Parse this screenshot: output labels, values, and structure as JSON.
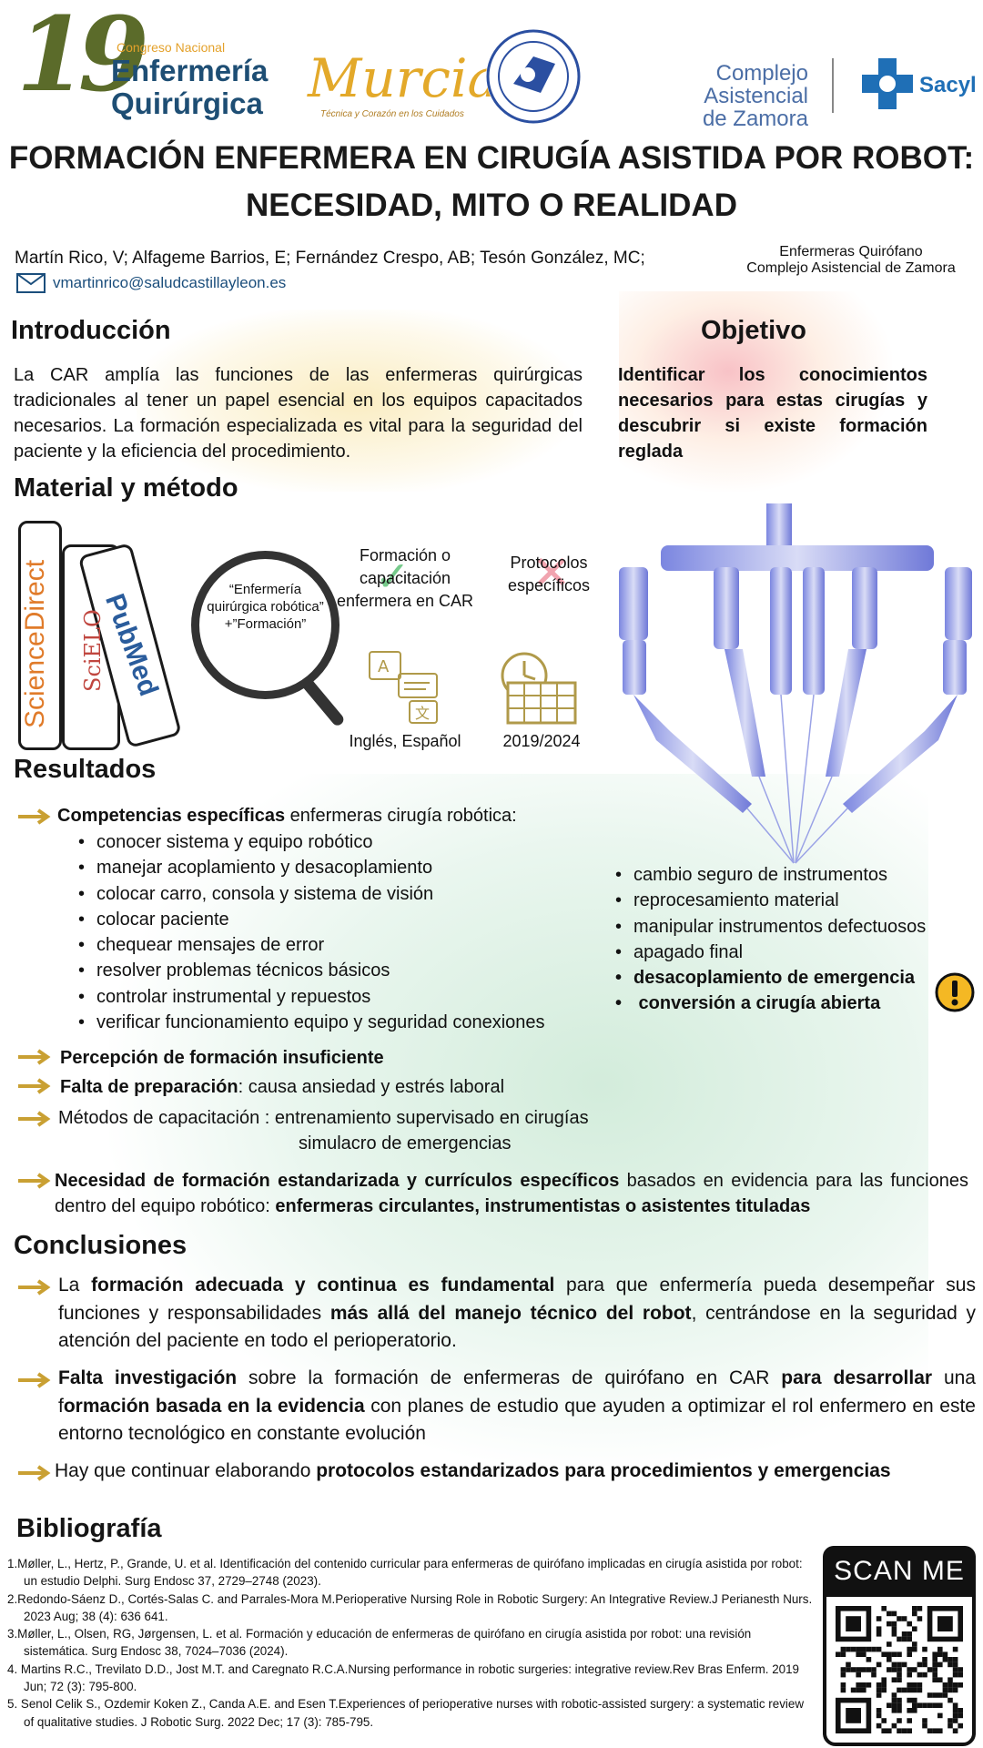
{
  "header": {
    "logo_number": "19",
    "congress_small": "Congreso Nacional",
    "congress_line1": "Enfermería",
    "congress_line2": "Quirúrgica",
    "murcia": "Murcia",
    "murcia_tagline": "Técnica y Corazón en los Cuidados",
    "complejo_line1": "Complejo Asistencial",
    "complejo_line2": "de Zamora",
    "sacyl": "Sacyl"
  },
  "title_line1": "FORMACIÓN ENFERMERA EN CIRUGÍA ASISTIDA POR ROBOT:",
  "title_line2": "NECESIDAD, MITO O REALIDAD",
  "authors": "Martín Rico, V; Alfageme Barrios, E; Fernández Crespo, AB; Tesón González, MC;",
  "email": "vmartinrico@saludcastillayleon.es",
  "affiliation_line1": "Enfermeras Quirófano",
  "affiliation_line2": "Complejo Asistencial de Zamora",
  "intro": {
    "heading": "Introducción",
    "text": "La CAR amplía las funciones de las enfermeras quirúrgicas tradicionales al tener un papel esencial en los equipos capacitados necesarios. La formación especializada es vital para la seguridad del paciente y la eficiencia del procedimiento."
  },
  "objective": {
    "heading": "Objetivo",
    "text": "Identificar los conocimientos necesarios para estas cirugías y descubrir si existe formación reglada"
  },
  "method": {
    "heading": "Material y método",
    "db1": "ScienceDirect",
    "db2": "SciELO",
    "db3": "PubMed",
    "search_terms": "“Enfermería quirúrgica robótica” +”Formación”",
    "criteria_included": "Formación o capacitación enfermera en CAR",
    "criteria_excluded": "Protocolos específicos",
    "languages": "Inglés, Español",
    "years": "2019/2024"
  },
  "results": {
    "heading": "Resultados",
    "competencies_bold": "Competencias específicas",
    "competencies_rest": " enfermeras cirugía robótica:",
    "left_items": [
      "conocer  sistema y equipo robótico",
      "manejar acoplamiento y desacoplamiento",
      "colocar carro, consola y sistema de visión",
      "colocar paciente",
      "chequear mensajes de error",
      "resolver problemas técnicos básicos",
      "controlar instrumental y repuestos",
      "verificar funcionamiento equipo  y seguridad conexiones"
    ],
    "right_items": [
      "cambio seguro de instrumentos",
      "reprocesamiento material",
      "manipular instrumentos defectuosos",
      "apagado final"
    ],
    "right_bold_items": [
      "desacoplamiento de emergencia",
      " conversión a cirugía abierta"
    ],
    "perception": "Percepción de formación insuficiente",
    "lack_bold": "Falta de preparación",
    "lack_rest": ": causa ansiedad y estrés laboral",
    "methods_line1": "Métodos de capacitación : entrenamiento supervisado en cirugías",
    "methods_line2": "simulacro de emergencias",
    "need_bold1": "Necesidad de formación estandarizada y currículos específicos",
    "need_rest1": " basados en evidencia para las funciones dentro del equipo robótico: ",
    "need_bold2": "enfermeras circulantes, instrumentistas o asistentes tituladas"
  },
  "conclusions": {
    "heading": "Conclusiones",
    "p1_a": "La ",
    "p1_b": "formación adecuada y continua es fundamental",
    "p1_c": " para que enfermería pueda desempeñar sus funciones y responsabilidades ",
    "p1_d": "más allá del manejo técnico del robot",
    "p1_e": ", centrándose en la seguridad y atención del paciente en todo el perioperatorio.",
    "p2_a": "Falta investigación",
    "p2_b": " sobre la formación de enfermeras de quirófano en CAR ",
    "p2_c": "para desarrollar",
    "p2_d": " una f",
    "p2_e": "ormación basada en la evidencia",
    "p2_f": " con planes de estudio que ayuden a optimizar el rol enfermero en este entorno tecnológico  en constante evolución",
    "p3_a": "Hay que continuar elaborando ",
    "p3_b": "protocolos estandarizados para procedimientos y emergencias"
  },
  "bibliography": {
    "heading": "Bibliografía",
    "items": [
      "1.Møller, L., Hertz, P., Grande, U. et al. Identificación del contenido curricular para enfermeras de quirófano implicadas en cirugía asistida por robot: un estudio Delphi. Surg Endosc 37, 2729–2748 (2023).",
      "2.Redondo-Sáenz D., Cortés-Salas C. and Parrales-Mora M.Perioperative Nursing Role in Robotic Surgery: An Integrative Review.J Perianesth Nurs. 2023 Aug; 38 (4): 636 641.",
      "3.Møller, L., Olsen, RG, Jørgensen, L. et al. Formación y educación de enfermeras de quirófano en cirugía asistida por robot: una revisión sistemática. Surg Endosc 38, 7024–7036 (2024).",
      "4. Martins R.C., Trevilato D.D., Jost M.T. and Caregnato R.C.A.Nursing performance in robotic surgeries: integrative review.Rev Bras Enferm. 2019 Jun; 72 (3): 795-800.",
      "5. Senol Celik S., Ozdemir Koken Z., Canda A.E. and Esen T.Experiences of perioperative nurses with robotic-assisted surgery: a systematic review of qualitative studies. J Robotic Surg. 2022 Dec; 17 (3): 785-795."
    ]
  },
  "qr": {
    "label": "SCAN ME"
  },
  "colors": {
    "arrow": "#c9a033",
    "title_blue": "#1e4e74",
    "murcia_gold": "#e3a92a",
    "sacyl_blue": "#1f6fb6"
  },
  "icons": [
    "mail-icon",
    "magnifier-icon",
    "check-icon",
    "cross-icon",
    "translate-icon",
    "calendar-icon",
    "robot-illustration",
    "warning-icon",
    "arrow-icon",
    "qr-code"
  ]
}
